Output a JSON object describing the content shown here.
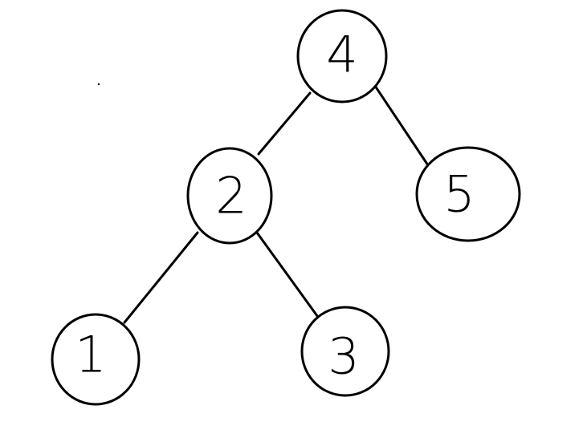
{
  "tree": {
    "nodes": [
      {
        "id": "n4",
        "label": "4"
      },
      {
        "id": "n2",
        "label": "2"
      },
      {
        "id": "n5",
        "label": "5"
      },
      {
        "id": "n1",
        "label": "1"
      },
      {
        "id": "n3",
        "label": "3"
      }
    ],
    "edges": [
      {
        "from": "n4",
        "to": "n2"
      },
      {
        "from": "n4",
        "to": "n5"
      },
      {
        "from": "n2",
        "to": "n1"
      },
      {
        "from": "n2",
        "to": "n3"
      }
    ]
  },
  "colors": {
    "stroke": "#000000",
    "background": "#ffffff"
  }
}
